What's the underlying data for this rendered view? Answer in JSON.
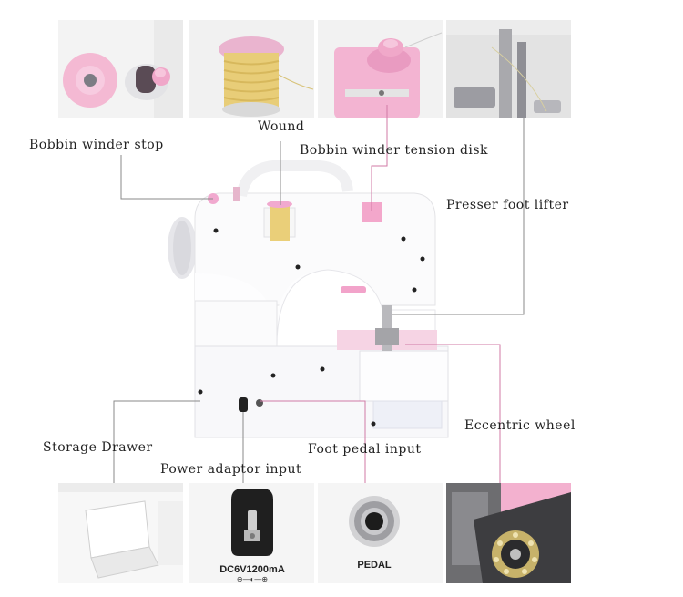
{
  "labels": {
    "bobbin_winder_stop": "Bobbin winder stop",
    "wound": "Wound",
    "tension_disk": "Bobbin winder tension disk",
    "presser_foot_lifter": "Presser foot lifter",
    "eccentric_wheel": "Eccentric wheel",
    "storage_drawer": "Storage Drawer",
    "power_adaptor_input": "Power adaptor input",
    "foot_pedal_input": "Foot pedal input"
  },
  "photo_text": {
    "power_rating": "DC6V1200mA",
    "pedal": "PEDAL"
  },
  "colors": {
    "leader_line": "#8a8a8a",
    "pink_leader": "#d07aa6",
    "machine_pink": "#f1a9cf",
    "machine_white": "#fbfbfc",
    "thread_gold": "#e9d07a"
  }
}
